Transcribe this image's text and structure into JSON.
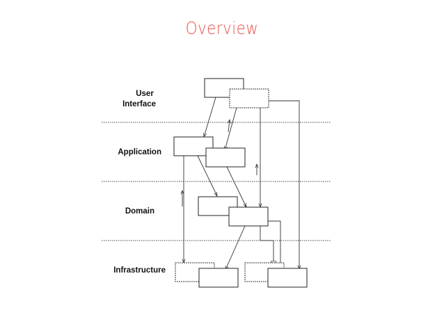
{
  "slide": {
    "title": "Overview",
    "title_color": "#e8534f"
  },
  "layers": [
    {
      "id": "user-interface",
      "lines": [
        "User",
        "Interface"
      ]
    },
    {
      "id": "application",
      "lines": [
        "Application"
      ]
    },
    {
      "id": "domain",
      "lines": [
        "Domain"
      ]
    },
    {
      "id": "infrastructure",
      "lines": [
        "Infrastructure"
      ]
    }
  ]
}
